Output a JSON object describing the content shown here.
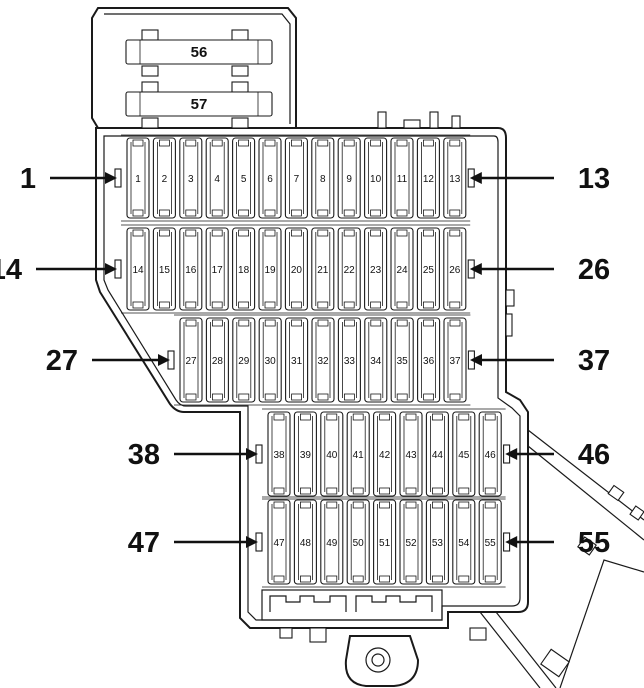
{
  "relays": [
    {
      "label": "56"
    },
    {
      "label": "57"
    }
  ],
  "fuses": {
    "row1": [
      "1",
      "2",
      "3",
      "4",
      "5",
      "6",
      "7",
      "8",
      "9",
      "10",
      "11",
      "12",
      "13"
    ],
    "row2": [
      "14",
      "15",
      "16",
      "17",
      "18",
      "19",
      "20",
      "21",
      "22",
      "23",
      "24",
      "25",
      "26"
    ],
    "row3": [
      "27",
      "28",
      "29",
      "30",
      "31",
      "32",
      "33",
      "34",
      "35",
      "36",
      "37"
    ],
    "row4": [
      "38",
      "39",
      "40",
      "41",
      "42",
      "43",
      "44",
      "45",
      "46"
    ],
    "row5": [
      "47",
      "48",
      "49",
      "50",
      "51",
      "52",
      "53",
      "54",
      "55"
    ]
  },
  "callouts": {
    "left": [
      {
        "label": "1",
        "row": "row1"
      },
      {
        "label": "14",
        "row": "row2"
      },
      {
        "label": "27",
        "row": "row3"
      },
      {
        "label": "38",
        "row": "row4"
      },
      {
        "label": "47",
        "row": "row5"
      }
    ],
    "right": [
      {
        "label": "13",
        "row": "row1"
      },
      {
        "label": "26",
        "row": "row2"
      },
      {
        "label": "37",
        "row": "row3"
      },
      {
        "label": "46",
        "row": "row4"
      },
      {
        "label": "55",
        "row": "row5"
      }
    ]
  }
}
